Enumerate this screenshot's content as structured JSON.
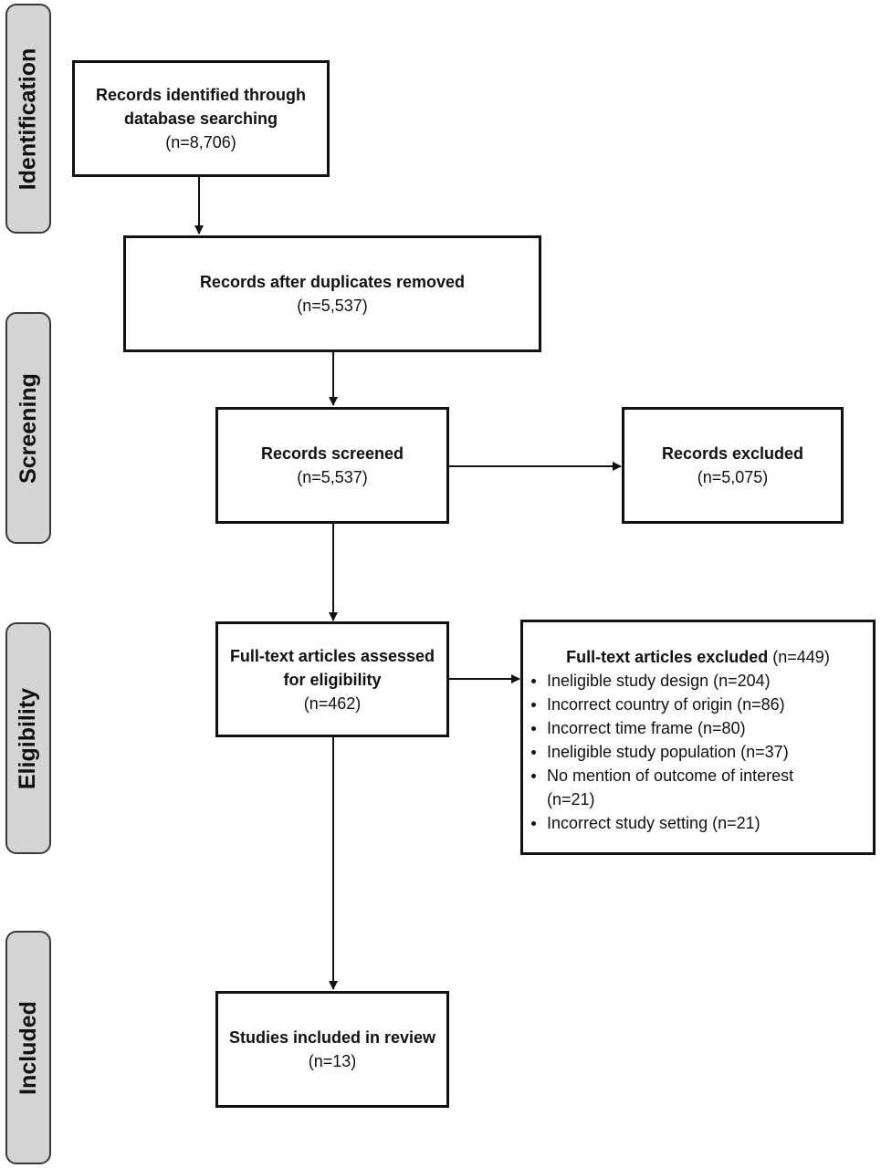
{
  "stages": {
    "identification": "Identification",
    "screening": "Screening",
    "eligibility": "Eligibility",
    "included": "Included"
  },
  "boxes": {
    "identified": {
      "line1": "Records identified through",
      "line2": "database searching",
      "count": "(n=8,706)"
    },
    "after_duplicates": {
      "line1": "Records after duplicates removed",
      "count": "(n=5,537)"
    },
    "screened": {
      "line1": "Records screened",
      "count": "(n=5,537)"
    },
    "excluded": {
      "line1": "Records excluded",
      "count": "(n=5,075)"
    },
    "fulltext_assessed": {
      "line1": "Full-text articles assessed",
      "line2": "for eligibility",
      "count": "(n=462)"
    },
    "fulltext_excluded": {
      "title": "Full-text articles excluded",
      "count": "(n=449)",
      "reasons": [
        "Ineligible study design (n=204)",
        "Incorrect country of origin (n=86)",
        "Incorrect time frame (n=80)",
        "Ineligible study population (n=37)",
        "No mention of outcome of interest (n=21)",
        "Incorrect study setting (n=21)"
      ]
    },
    "included": {
      "line1": "Studies included in review",
      "count": "(n=13)"
    }
  }
}
